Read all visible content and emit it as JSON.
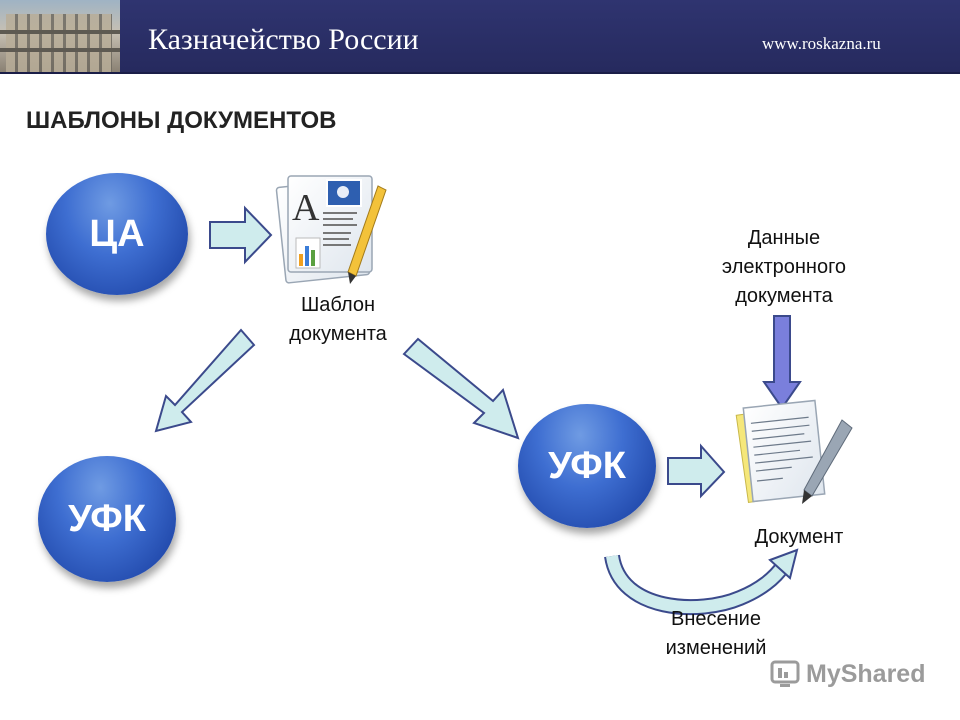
{
  "header": {
    "title": "Казначейство России",
    "url": "www.roskazna.ru"
  },
  "page_title": "ШАБЛОНЫ ДОКУМЕНТОВ",
  "nodes": {
    "ca": "ЦА",
    "ufk_left": "УФК",
    "ufk_right": "УФК"
  },
  "captions": {
    "template_line1": "Шаблон",
    "template_line2": "документа",
    "data_line1": "Данные",
    "data_line2": "электронного",
    "data_line3": "документа",
    "document": "Документ",
    "changes_line1": "Внесение",
    "changes_line2": "изменений"
  },
  "watermark": "MyShared",
  "colors": {
    "banner": "#2c316a",
    "node_blue": "#2f5cc0",
    "arrow_fill": "#cfeced",
    "arrow_stroke": "#3b4a8c",
    "down_arrow_fill": "#7a7fdc"
  }
}
